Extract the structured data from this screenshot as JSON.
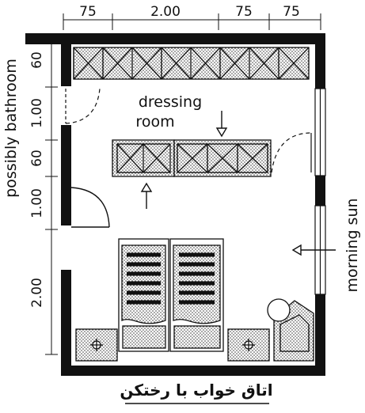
{
  "dimensions": {
    "top": [
      "75",
      "2.00",
      "75",
      "75"
    ],
    "left": [
      "60",
      "1.00",
      "60",
      "1.00",
      "2.00"
    ]
  },
  "labels": {
    "bathroom": "possibly bathroom",
    "dressing_line1": "dressing",
    "dressing_line2": "room",
    "sun": "morning sun"
  },
  "caption": "اتاق خواب با رختکن"
}
